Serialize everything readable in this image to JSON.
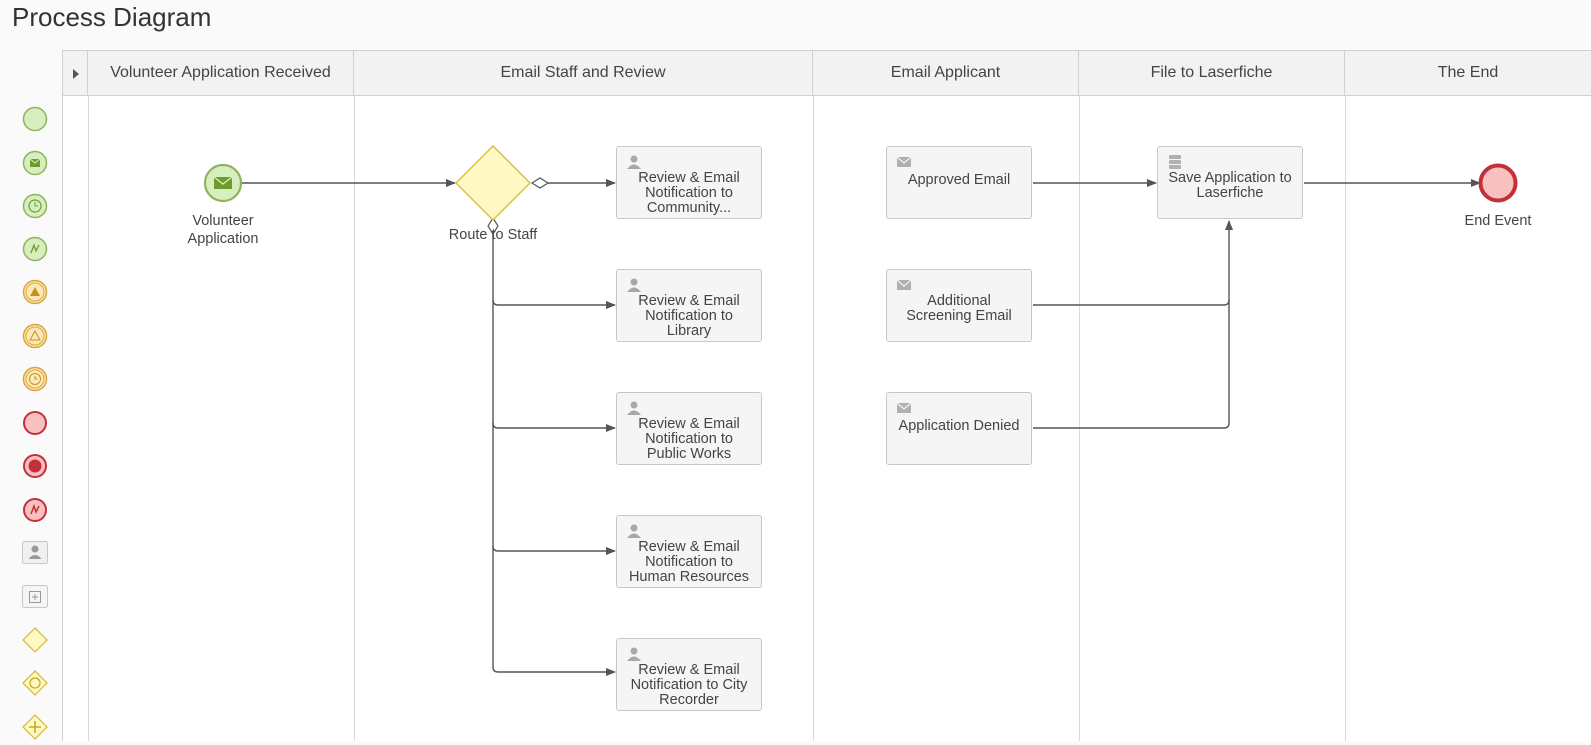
{
  "page": {
    "title": "Process Diagram"
  },
  "lanes": [
    {
      "label": "Volunteer Application Received"
    },
    {
      "label": "Email Staff and Review"
    },
    {
      "label": "Email Applicant"
    },
    {
      "label": "File to Laserfiche"
    },
    {
      "label": "The End"
    }
  ],
  "events": {
    "start": {
      "label_line1": "Volunteer",
      "label_line2": "Application",
      "icon": "envelope-icon"
    },
    "end": {
      "label": "End Event"
    }
  },
  "gateway": {
    "label": "Route to Staff"
  },
  "tasks": {
    "community": {
      "line1": "Review & Email",
      "line2": "Notification to",
      "line3": "Community...",
      "type": "user-task"
    },
    "library": {
      "line1": "Review & Email",
      "line2": "Notification to",
      "line3": "Library",
      "type": "user-task"
    },
    "public_works": {
      "line1": "Review & Email",
      "line2": "Notification to",
      "line3": "Public Works",
      "type": "user-task"
    },
    "human_resources": {
      "line1": "Review & Email",
      "line2": "Notification to",
      "line3": "Human Resources",
      "type": "user-task"
    },
    "city_recorder": {
      "line1": "Review & Email",
      "line2": "Notification to City",
      "line3": "Recorder",
      "type": "user-task"
    },
    "approved": {
      "line1": "Approved Email",
      "type": "send-task"
    },
    "screening": {
      "line1": "Additional",
      "line2": "Screening Email",
      "type": "send-task"
    },
    "denied": {
      "line1": "Application Denied",
      "type": "send-task"
    },
    "save": {
      "line1": "Save Application to",
      "line2": "Laserfiche",
      "type": "service-task"
    }
  },
  "palette": [
    "start-event-icon",
    "message-start-event-icon",
    "timer-start-event-icon",
    "signal-start-event-icon",
    "escalation-event-icon",
    "escalation-intermediate-event-icon",
    "timer-intermediate-event-icon",
    "end-event-icon",
    "terminate-end-event-icon",
    "error-end-event-icon",
    "user-task-icon",
    "subprocess-icon",
    "exclusive-gateway-icon",
    "inclusive-gateway-icon",
    "parallel-gateway-icon"
  ],
  "colors": {
    "start_fill": "#d7efbf",
    "start_stroke": "#8fb35d",
    "intermediate_fill": "#fde9b8",
    "intermediate_stroke": "#d9a53a",
    "end_fill": "#f9c0c0",
    "end_stroke": "#c3303a",
    "gateway_fill": "#fef8c4",
    "gateway_stroke": "#d6bf45",
    "flow": "#555555"
  }
}
